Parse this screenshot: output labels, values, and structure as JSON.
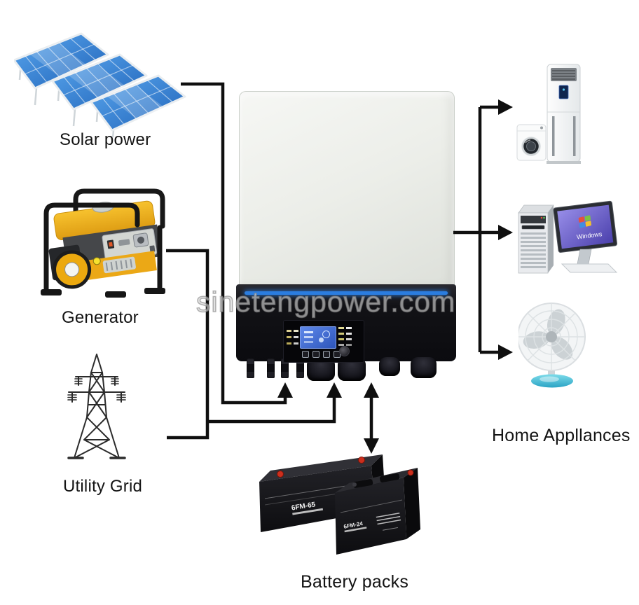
{
  "watermark": {
    "text": "sinetengpower.com"
  },
  "diagram": {
    "title_implicit": "",
    "sources": [
      {
        "id": "solar",
        "label": "Solar power"
      },
      {
        "id": "generator",
        "label": "Generator"
      },
      {
        "id": "utility",
        "label": "Utility Grid"
      }
    ],
    "inverter": {
      "name": "hybrid-solar-inverter"
    },
    "loads": {
      "label": "Home Appllances"
    },
    "storage": {
      "label": "Battery packs",
      "models": [
        "6FM-65",
        "6FM-24"
      ]
    },
    "computer_brand": "Windows"
  },
  "colors": {
    "line": "#0f0f0f",
    "solar_blue_light": "#5aa7ee",
    "solar_blue_dark": "#1f62b8",
    "generator_yellow": "#f0ae1b",
    "inverter_body": "#eceee9",
    "inverter_band": "#121216",
    "accent_stripe": "#2b7de0",
    "lcd_blue": "#3c6cd4",
    "fan_base_teal": "#45bcd6",
    "battery_body": "#141417",
    "terminal_red": "#cc2f1d"
  }
}
